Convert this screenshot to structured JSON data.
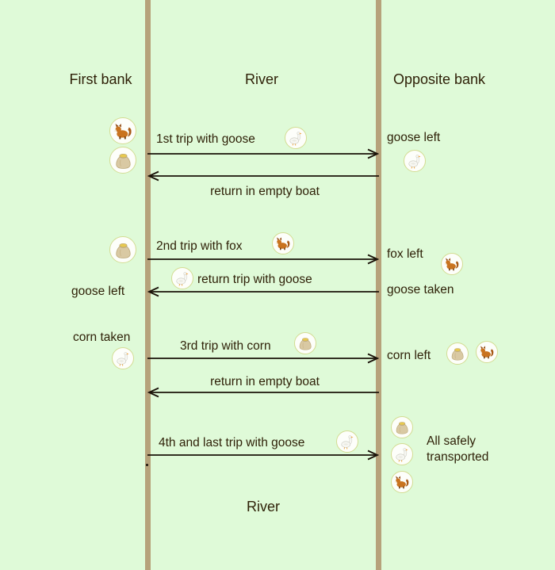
{
  "colors": {
    "background": "#dffad8",
    "bank_line": "#b6a27b",
    "text": "#2f2108",
    "arrow": "#1a1208",
    "icon_circle_border": "#d3dc92",
    "icon_circle_fill": "#fdfefa"
  },
  "headers": {
    "first_bank": "First bank",
    "river": "River",
    "opposite_bank": "Opposite bank"
  },
  "footer": {
    "river": "River"
  },
  "icons": {
    "fox": "fox-icon",
    "goose": "goose-icon",
    "corn_sack": "corn-sack-icon"
  },
  "trips": {
    "trip1": {
      "forward_label": "1st trip with goose",
      "right_result": "goose left",
      "return_label": "return in empty boat"
    },
    "trip2": {
      "forward_label": "2nd trip with fox",
      "right_result": "fox left",
      "right_note": "goose taken",
      "return_label": "return trip with goose",
      "left_result": "goose left"
    },
    "trip3": {
      "left_note": "corn taken",
      "forward_label": "3rd trip with corn",
      "right_result": "corn left",
      "return_label": "return in empty boat"
    },
    "trip4": {
      "forward_label": "4th and last trip with goose",
      "final_note_line1": "All safely",
      "final_note_line2": "transported"
    }
  }
}
